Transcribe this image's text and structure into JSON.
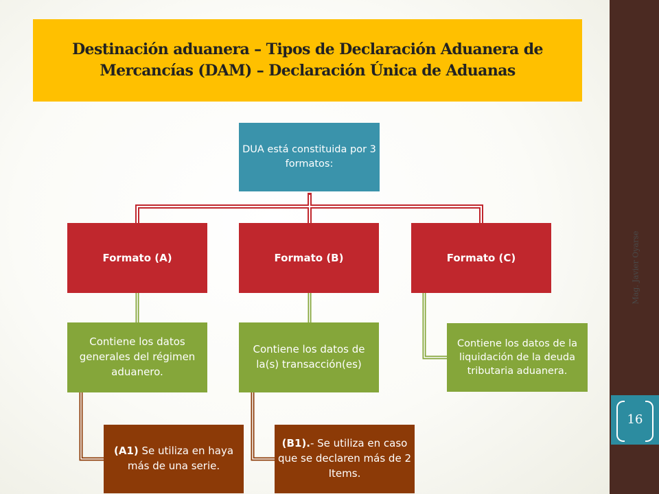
{
  "slide": {
    "title": "Destinación aduanera – Tipos de Declaración Aduanera de Mercancías (DAM) – Declaración Única de Aduanas",
    "author": "Mag. Javier Oyarse",
    "page_number": "16"
  },
  "diagram": {
    "root": {
      "text": "DUA está constituida por 3 formatos:"
    },
    "formats": [
      {
        "label": "Formato (A)",
        "description": "Contiene los datos generales del régimen aduanero."
      },
      {
        "label": "Formato (B)",
        "description": "Contiene los datos de la(s) transacción(es)"
      },
      {
        "label": "Formato (C)",
        "description": "Contiene los datos de la liquidación de la deuda tributaria aduanera."
      }
    ],
    "sub_items": [
      {
        "code": "(A1)",
        "text": " Se utiliza en haya más de una serie."
      },
      {
        "code": "(B1).",
        "text": "- Se utiliza en caso que se declaren más de 2 Items."
      }
    ]
  },
  "colors": {
    "title_bg": "#ffc000",
    "root_bg": "#3a93ab",
    "format_bg": "#c0272d",
    "description_bg": "#85a63a",
    "sub_item_bg": "#8c3a07",
    "side_band": "#4b2a22",
    "page_number_bg": "#2c8ca0"
  }
}
